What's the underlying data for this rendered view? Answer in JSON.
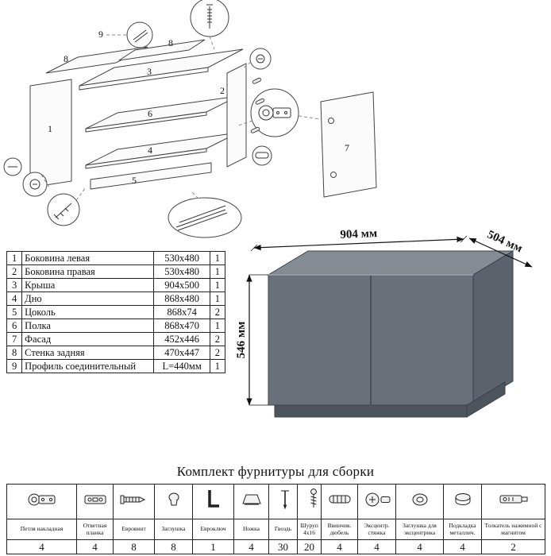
{
  "exploded": {
    "labels": {
      "l1": "1",
      "l2": "2",
      "l3": "3",
      "l4": "4",
      "l5": "5",
      "l6": "6",
      "l7": "7",
      "l8a": "8",
      "l8b": "8",
      "l9": "9"
    }
  },
  "parts_table": {
    "rows": [
      {
        "num": "1",
        "name": "Боковина левая",
        "size": "530x480",
        "qty": "1"
      },
      {
        "num": "2",
        "name": "Боковина правая",
        "size": "530x480",
        "qty": "1"
      },
      {
        "num": "3",
        "name": "Крыша",
        "size": "904x500",
        "qty": "1"
      },
      {
        "num": "4",
        "name": "Дно",
        "size": "868x480",
        "qty": "1"
      },
      {
        "num": "5",
        "name": "Цоколь",
        "size": "868x74",
        "qty": "2"
      },
      {
        "num": "6",
        "name": "Полка",
        "size": "868x470",
        "qty": "1"
      },
      {
        "num": "7",
        "name": "Фасад",
        "size": "452x446",
        "qty": "2"
      },
      {
        "num": "8",
        "name": "Стенка задняя",
        "size": "470x447",
        "qty": "2"
      },
      {
        "num": "9",
        "name": "Профиль соединительный",
        "size": "L=440мм",
        "qty": "1"
      }
    ]
  },
  "cabinet": {
    "width": "904 мм",
    "depth": "504 мм",
    "height": "546 мм",
    "colors": {
      "top": "#848b93",
      "front": "#69707a",
      "side": "#5b626b",
      "plinth": "#4d545c"
    }
  },
  "hardware": {
    "title": "Комплект фурнитуры для сборки",
    "items": [
      {
        "name": "Петля накладная",
        "qty": "4",
        "icon": "hinge"
      },
      {
        "name": "Ответная планка",
        "qty": "4",
        "icon": "strike-plate"
      },
      {
        "name": "Евровинт",
        "qty": "8",
        "icon": "euro-screw"
      },
      {
        "name": "Заглушка",
        "qty": "8",
        "icon": "cap"
      },
      {
        "name": "Евроключ",
        "qty": "1",
        "icon": "hex-key"
      },
      {
        "name": "Ножка",
        "qty": "4",
        "icon": "foot"
      },
      {
        "name": "Гвоздь",
        "qty": "30",
        "icon": "nail"
      },
      {
        "name": "Шуруп 4x16",
        "qty": "20",
        "icon": "screw"
      },
      {
        "name": "Ввинчив. дюбель",
        "qty": "4",
        "icon": "dowel"
      },
      {
        "name": "Эксцентр. стяжка",
        "qty": "4",
        "icon": "cam-lock"
      },
      {
        "name": "Заглушка для эксцентрика",
        "qty": "4",
        "icon": "cam-cap"
      },
      {
        "name": "Подкладка металлич.",
        "qty": "4",
        "icon": "metal-pad"
      },
      {
        "name": "Толкатель нажимной с магнитом",
        "qty": "2",
        "icon": "push-latch"
      }
    ]
  }
}
